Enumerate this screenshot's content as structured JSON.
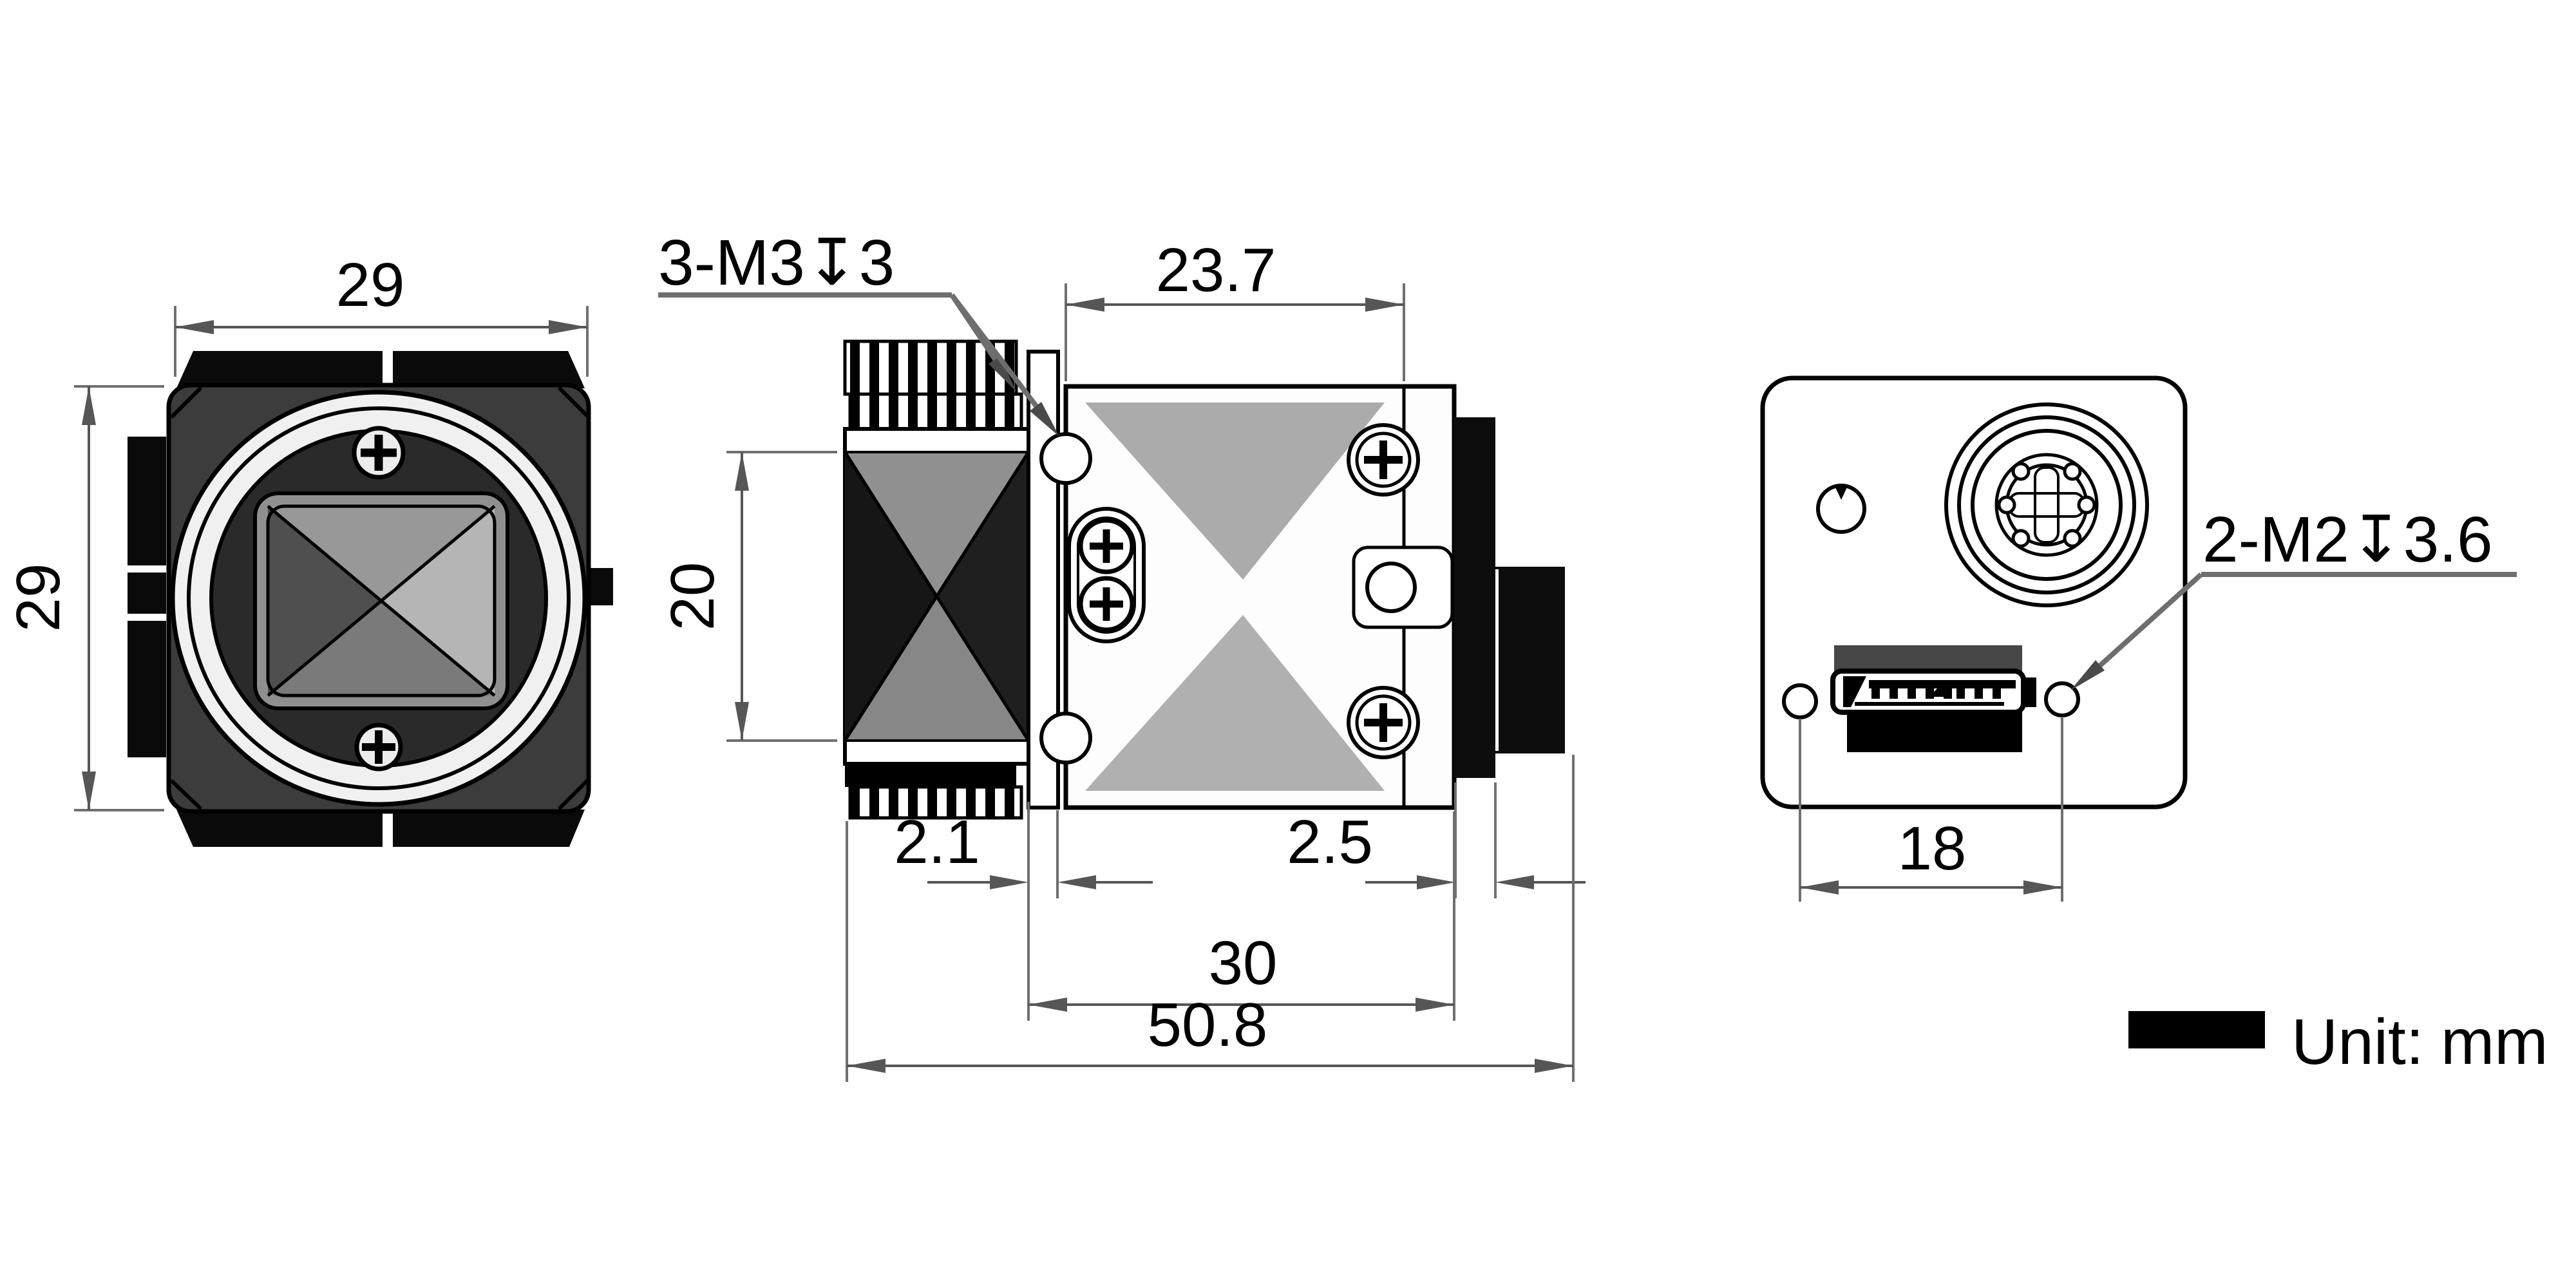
{
  "drawing": {
    "unit_note": {
      "label": "Unit:",
      "value": "mm"
    },
    "dimensions": {
      "front_width": "29",
      "front_height": "29",
      "flange_inner_height": "20",
      "flange_plate_thickness": "2.1",
      "body_length": "23.7",
      "rear_plate_thickness": "2.5",
      "body_with_flange_length": "30",
      "overall_length": "50.8",
      "rear_screw_spacing": "18"
    },
    "thread_notes": {
      "side_mount_holes": "3-M3↧3",
      "rear_mount_holes": "2-M2↧3.6"
    },
    "views": {
      "front": "front-view",
      "side_section": "side-section-view",
      "side": "side-view",
      "back": "back-view"
    },
    "colors": {
      "line": "#000000",
      "dimension": "#565656",
      "fill_dark": "#0d0d0d",
      "background": "#ffffff"
    }
  }
}
